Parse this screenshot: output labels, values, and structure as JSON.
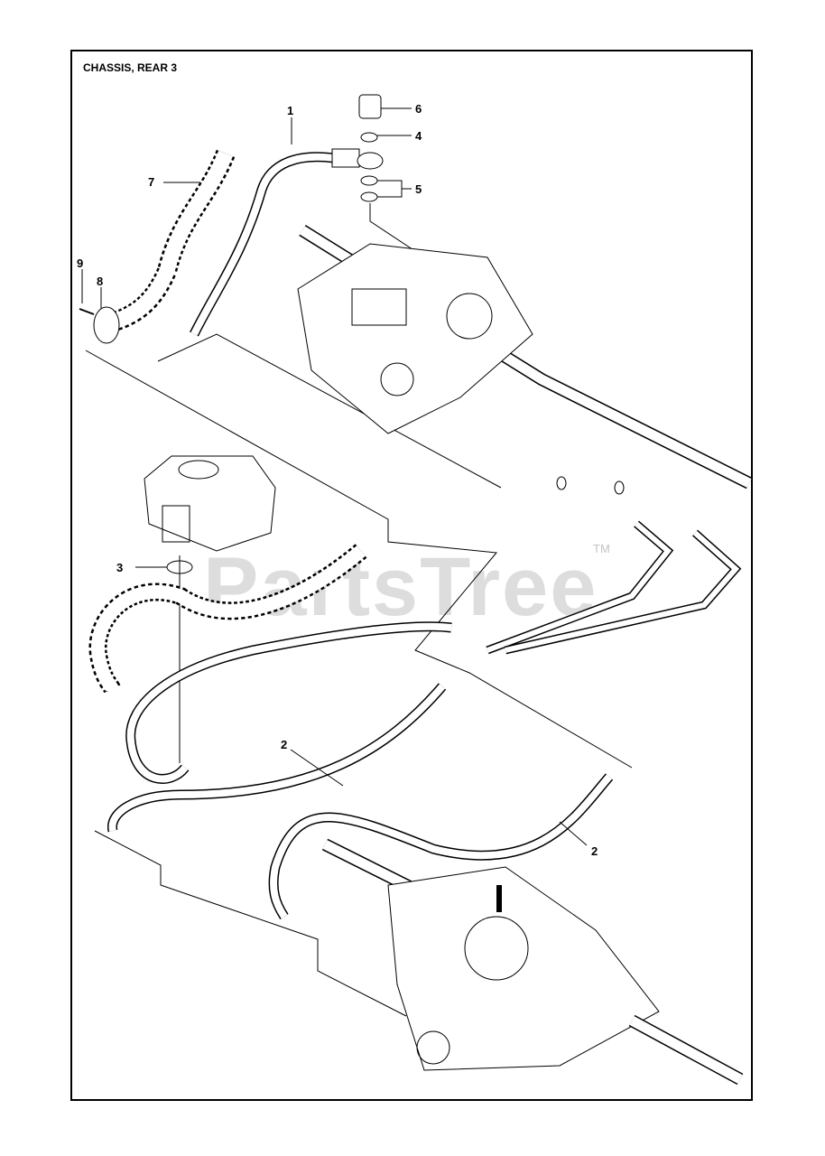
{
  "diagram": {
    "title": "CHASSIS, REAR 3",
    "watermark": "PartsTree",
    "watermark_tm": "TM",
    "callouts": [
      {
        "id": "c1",
        "label": "1"
      },
      {
        "id": "c2a",
        "label": "2"
      },
      {
        "id": "c2b",
        "label": "2"
      },
      {
        "id": "c3",
        "label": "3"
      },
      {
        "id": "c4",
        "label": "4"
      },
      {
        "id": "c5",
        "label": "5"
      },
      {
        "id": "c6",
        "label": "6"
      },
      {
        "id": "c7",
        "label": "7"
      },
      {
        "id": "c8",
        "label": "8"
      },
      {
        "id": "c9",
        "label": "9"
      }
    ]
  }
}
